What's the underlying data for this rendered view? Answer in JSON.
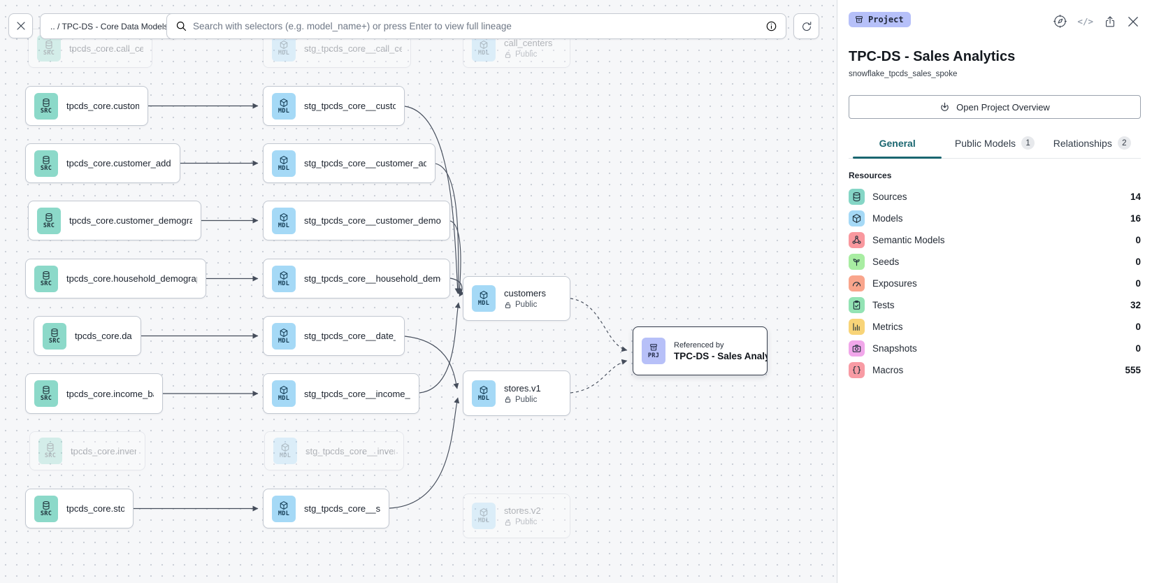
{
  "toolbar": {
    "breadcrumb": ".. / TPC-DS - Core Data Models",
    "search_placeholder": "Search with selectors (e.g. model_name+) or press Enter to view full lineage"
  },
  "canvas": {
    "badge_src": "SRC",
    "badge_mdl": "MDL",
    "badge_prj": "PRJ",
    "badge_colors": {
      "src": "#8cd9c9",
      "mdl": "#a5d9f6",
      "prj": "#b7c0f8"
    },
    "src_nodes": [
      {
        "label": "tpcds_core.call_center"
      },
      {
        "label": "tpcds_core.customer"
      },
      {
        "label": "tpcds_core.customer_address"
      },
      {
        "label": "tpcds_core.customer_demographics"
      },
      {
        "label": "tpcds_core.household_demographics"
      },
      {
        "label": "tpcds_core.date_dim"
      },
      {
        "label": "tpcds_core.income_band"
      },
      {
        "label": "tpcds_core.inventory"
      },
      {
        "label": "tpcds_core.store"
      }
    ],
    "mdl_nodes": [
      {
        "label": "stg_tpcds_core__call_center"
      },
      {
        "label": "stg_tpcds_core__customer"
      },
      {
        "label": "stg_tpcds_core__customer_address"
      },
      {
        "label": "stg_tpcds_core__customer_demogra…"
      },
      {
        "label": "stg_tpcds_core__household_demogr…"
      },
      {
        "label": "stg_tpcds_core__date_dim"
      },
      {
        "label": "stg_tpcds_core__income_band"
      },
      {
        "label": "stg_tpcds_core__inventory"
      },
      {
        "label": "stg_tpcds_core__store"
      }
    ],
    "public_nodes": [
      {
        "label": "call_centers",
        "visibility": "Public"
      },
      {
        "label": "customers",
        "visibility": "Public"
      },
      {
        "label": "stores.v1",
        "visibility": "Public"
      },
      {
        "label": "stores.v2",
        "visibility": "Public"
      }
    ],
    "project_node": {
      "kicker": "Referenced by",
      "label": "TPC-DS - Sales Analytics"
    }
  },
  "sidebar": {
    "type_badge": "Project",
    "title": "TPC-DS - Sales Analytics",
    "subtitle": "snowflake_tpcds_sales_spoke",
    "overview_button": "Open Project Overview",
    "accent_color": "#1a6670",
    "tabs": [
      {
        "label": "General"
      },
      {
        "label": "Public Models",
        "count": "1"
      },
      {
        "label": "Relationships",
        "count": "2"
      }
    ],
    "resources_heading": "Resources",
    "resources": [
      {
        "label": "Sources",
        "count": "14",
        "color": "#85d6c6"
      },
      {
        "label": "Models",
        "count": "16",
        "color": "#a5d9f6"
      },
      {
        "label": "Semantic Models",
        "count": "0",
        "color": "#f9989e"
      },
      {
        "label": "Seeds",
        "count": "0",
        "color": "#a8eda2"
      },
      {
        "label": "Exposures",
        "count": "0",
        "color": "#f9a58c"
      },
      {
        "label": "Tests",
        "count": "32",
        "color": "#93e3b4"
      },
      {
        "label": "Metrics",
        "count": "0",
        "color": "#f8d478"
      },
      {
        "label": "Snapshots",
        "count": "0",
        "color": "#f1a7ea"
      },
      {
        "label": "Macros",
        "count": "555",
        "color": "#f89ba4"
      }
    ]
  }
}
